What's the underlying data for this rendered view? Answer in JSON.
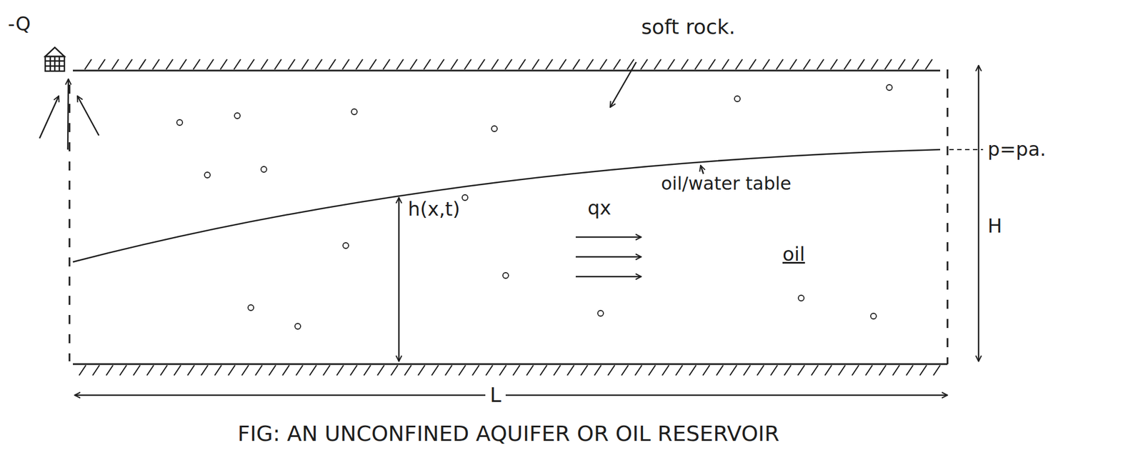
{
  "diagram": {
    "caption": "FIG: AN UNCONFINED AQUIFER OR OIL RESERVOIR",
    "labels": [
      "-Q",
      "soft rock.",
      "p=pa.",
      "oil/water table",
      "qx",
      "h(x,t)",
      "oil",
      "H",
      "L"
    ]
  }
}
